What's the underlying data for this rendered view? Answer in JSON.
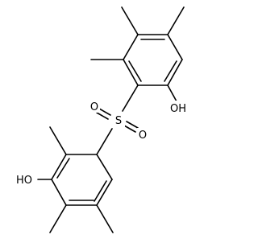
{
  "molecule": {
    "atoms": {
      "sulfur": "S",
      "sulfonyl_oxygen_1": "O",
      "sulfonyl_oxygen_2": "O",
      "upper_ring_hydroxyl": "OH",
      "lower_ring_hydroxyl": "HO"
    }
  }
}
